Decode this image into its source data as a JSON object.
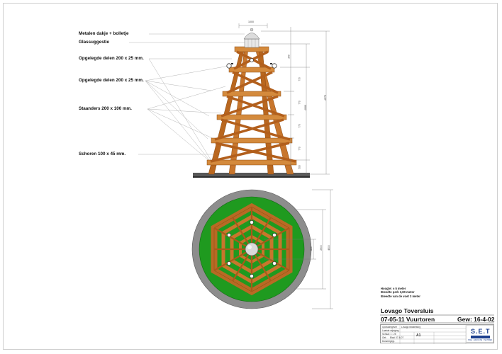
{
  "labels": {
    "metalen_dakje": "Metalen dakje + bolletje",
    "glassuggestie": "Glassuggestie",
    "opgelegde1": "Opgelegde delen   200 x 25 mm.",
    "opgelegde2": "Opgelegde delen   200 x 25 mm.",
    "staanders": "Staanders        200 x 100 mm.",
    "schoren": "Schoren          100 x 45 mm."
  },
  "dimensions": {
    "top_width": "1000",
    "total_height": "4575",
    "height_a": "4000",
    "seg_1": "770",
    "seg_2": "770",
    "seg_3": "770",
    "seg_4": "770",
    "seg_base": "500",
    "seg_top": "250",
    "plan_outer": "4500",
    "plan_inner": "2900",
    "plan_core": "800"
  },
  "specs": {
    "line1": "Hoogte: ± 5 meter",
    "line2": "Breedte perk 3,80 meter",
    "line3": "Breedte van de voet 3 meter"
  },
  "project": {
    "name": "Lovago Toversluis",
    "code_title": "07-05-11 Vuurtoren",
    "gew": "Gew: 16-4-02"
  },
  "titleblock": {
    "opdrachtgever_label": "Opdrachtgever",
    "opdrachtgever_value": "Lovago Middelburg",
    "laatste_label": "Laatste wijziging",
    "schaal_label": "Schaal: 1 : 25",
    "getekend_label": "Get:",
    "formaat": "A1",
    "datum": "Blad: 07-6-07",
    "dossier_label": "Dossiergegr."
  },
  "logo": {
    "text": "S.E.T",
    "sub": "SPEL · EDUCATIE · TECHNIEK"
  },
  "colors": {
    "wood": "#c8762c",
    "wood_dark": "#8a4a12",
    "grass": "#1f9a1f",
    "border": "#8d8d8d"
  }
}
